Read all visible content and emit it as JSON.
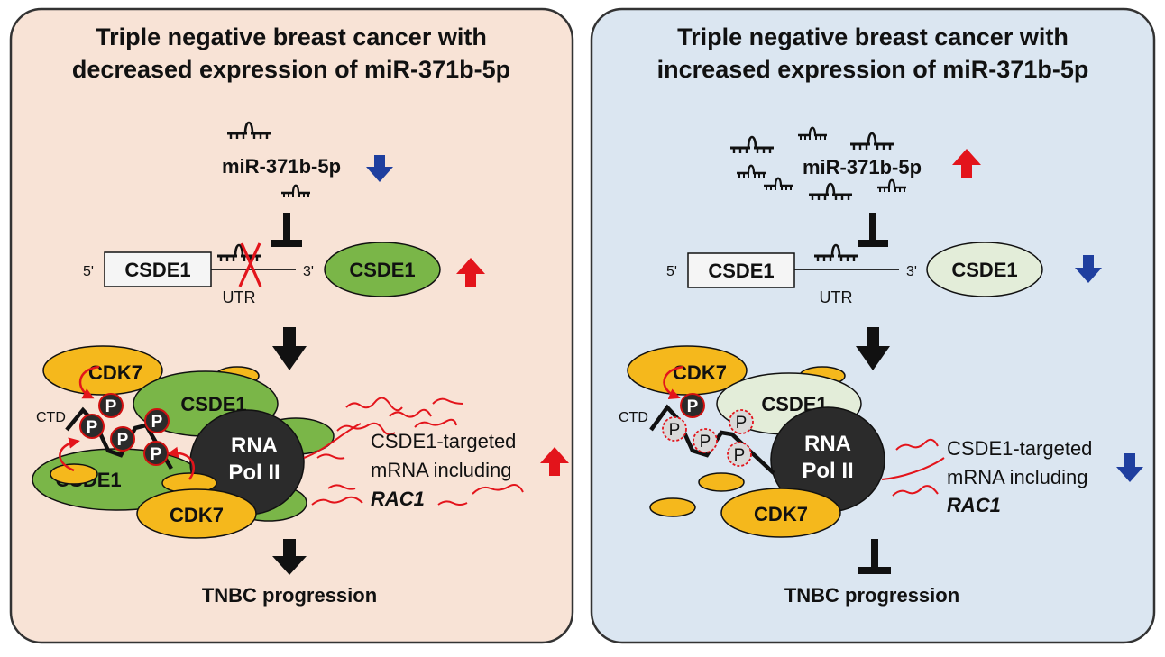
{
  "colors": {
    "left_panel_bg": "#f8e3d6",
    "right_panel_bg": "#dbe6f1",
    "panel_border": "#333333",
    "csde1_high": "#7ab648",
    "csde1_low": "#e3edd9",
    "cdk7": "#f5b81c",
    "rna_pol": "#2b2b2b",
    "up_arrow": "#e3141b",
    "down_arrow": "#1f3f9f",
    "mrna": "#e3141b",
    "phospho_active": "#2b2b2b",
    "phospho_inactive": "#d9d9d9"
  },
  "left_panel": {
    "title_line1": "Triple negative breast cancer with",
    "title_line2": "decreased expression of miR-371b-5p",
    "mirna_label": "miR-371b-5p",
    "mirna_trend": "down",
    "five_prime": "5'",
    "three_prime": "3'",
    "gene_box": "CSDE1",
    "utr_label": "UTR",
    "utr_binding_blocked": true,
    "protein_label": "CSDE1",
    "protein_trend": "up",
    "complex": {
      "cdk7_top": "CDK7",
      "cdk7_bottom": "CDK7",
      "csde1_top": "CSDE1",
      "csde1_bottom": "CSDE1",
      "ctd": "CTD",
      "phospho": "P",
      "pol_line1": "RNA",
      "pol_line2": "Pol II"
    },
    "mrna_line1": "CSDE1-targeted",
    "mrna_line2": "mRNA including",
    "mrna_gene": "RAC1",
    "mrna_trend": "up",
    "outcome_relation": "promotes",
    "outcome": "TNBC progression"
  },
  "right_panel": {
    "title_line1": "Triple negative breast cancer with",
    "title_line2": "increased expression of miR-371b-5p",
    "mirna_label": "miR-371b-5p",
    "mirna_trend": "up",
    "five_prime": "5'",
    "three_prime": "3'",
    "gene_box": "CSDE1",
    "utr_label": "UTR",
    "utr_binding_blocked": false,
    "protein_label": "CSDE1",
    "protein_trend": "down",
    "complex": {
      "cdk7_top": "CDK7",
      "cdk7_bottom": "CDK7",
      "csde1_top": "CSDE1",
      "ctd": "CTD",
      "phospho": "P",
      "pol_line1": "RNA",
      "pol_line2": "Pol II"
    },
    "mrna_line1": "CSDE1-targeted",
    "mrna_line2": "mRNA including",
    "mrna_gene": "RAC1",
    "mrna_trend": "down",
    "outcome_relation": "inhibits",
    "outcome": "TNBC progression"
  }
}
